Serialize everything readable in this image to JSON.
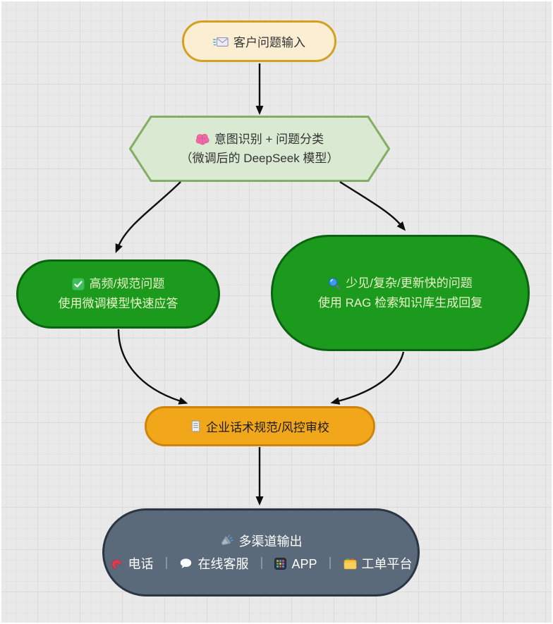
{
  "canvas": {
    "background": "#E9E9E9",
    "grid_line": "#DBDBDB"
  },
  "nodes": {
    "customer_input": {
      "label": "客户问题输入",
      "icon": "incoming-envelope",
      "fill": "#FBEED2",
      "border": "#D5A021",
      "text_color": "#333333"
    },
    "intent_classify": {
      "line1": "意图识别 + 问题分类",
      "line2": "（微调后的 DeepSeek 模型）",
      "icon": "brain",
      "fill": "#D9E9D2",
      "border": "#84AE63",
      "text_color": "#333333"
    },
    "high_freq": {
      "line1": "高频/规范问题",
      "line2": "使用微调模型快速应答",
      "icon": "check-mark",
      "fill": "#1B9A1E",
      "border": "#0B6410",
      "text_color": "#EAF6C8"
    },
    "rag": {
      "line1": "少见/复杂/更新快的问题",
      "line2": "使用 RAG 检索知识库生成回复",
      "icon": "magnifier",
      "fill": "#1B9A1E",
      "border": "#0B6410",
      "text_color": "#EAF6C8"
    },
    "review": {
      "label": "企业话术规范/风控审校",
      "icon": "receipt",
      "fill": "#F2A71B",
      "border": "#CE850C",
      "text_color": "#1B1B1B"
    },
    "output": {
      "title": "多渠道输出",
      "icon": "loudspeaker",
      "separator": "｜",
      "channels": [
        {
          "icon": "phone-receiver",
          "label": "电话"
        },
        {
          "icon": "speech-bubble",
          "label": "在线客服"
        },
        {
          "icon": "app-grid",
          "label": "APP"
        },
        {
          "icon": "folder-tabs",
          "label": "工单平台"
        }
      ],
      "fill": "#5A6A7A",
      "border": "#2B3642",
      "text_color": "#FFFFFF"
    }
  }
}
